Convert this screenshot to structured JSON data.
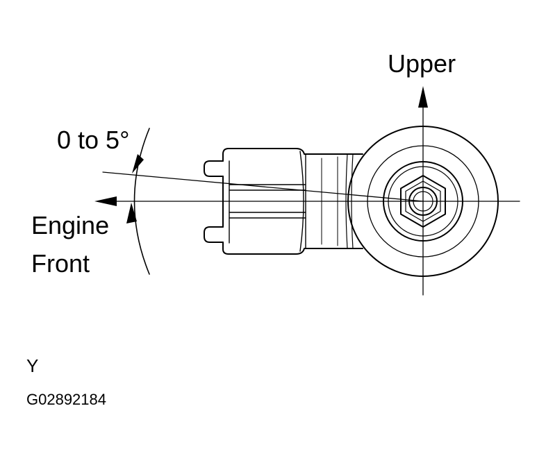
{
  "labels": {
    "upper": "Upper",
    "angle": "0 to 5°",
    "engine": "Engine",
    "front": "Front",
    "view": "Y",
    "code": "G02892184"
  },
  "icons": {
    "upper_arrow": "arrow-up-icon",
    "front_arrow": "arrow-left-icon",
    "angle_arrows": "curved-arrow-icon"
  },
  "colors": {
    "line": "#000000",
    "background": "#ffffff"
  }
}
